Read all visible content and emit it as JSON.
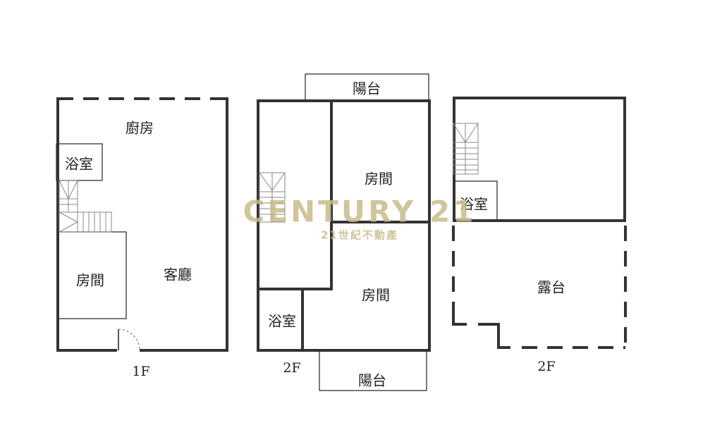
{
  "plans": [
    {
      "floor_label": "1F",
      "rooms": {
        "kitchen": "廚房",
        "bathroom": "浴室",
        "bedroom": "房間",
        "living_room": "客廳"
      }
    },
    {
      "floor_label": "2F",
      "rooms": {
        "balcony_top": "陽台",
        "bedroom_upper": "房間",
        "bedroom_lower": "房間",
        "bathroom": "浴室",
        "balcony_bottom": "陽台"
      }
    },
    {
      "floor_label": "2F",
      "rooms": {
        "bathroom": "浴室",
        "terrace": "露台"
      }
    }
  ],
  "watermark": {
    "brand": "CENTURY 21",
    "subtitle": "21世紀不動產",
    "color": "#c8bc8a"
  },
  "colors": {
    "wall": "#333333",
    "stairs": "#888888",
    "background": "#ffffff"
  }
}
